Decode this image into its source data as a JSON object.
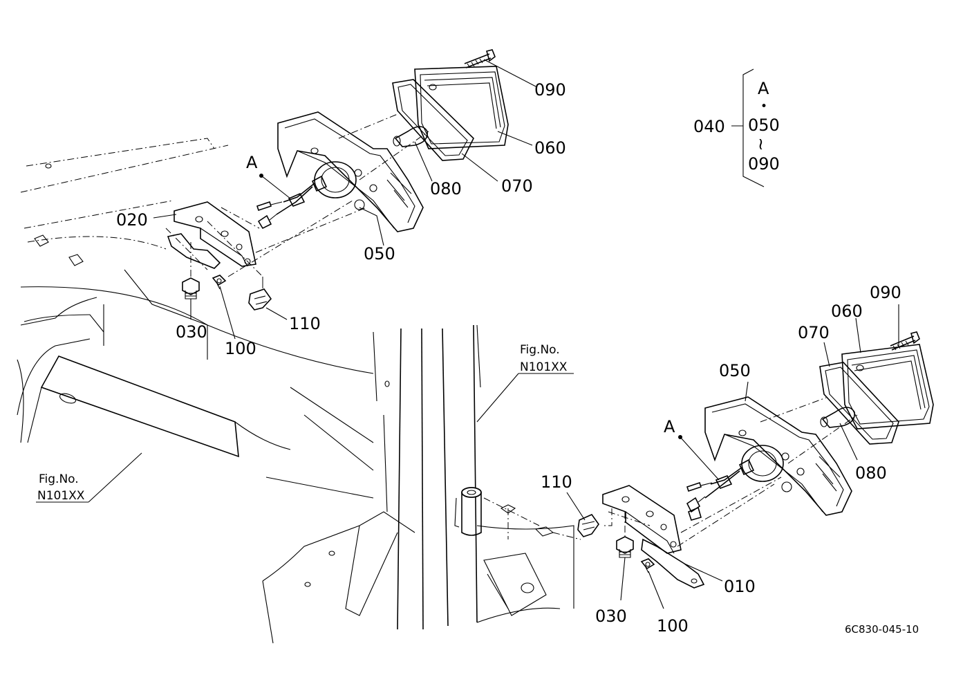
{
  "diagram": {
    "drawing_code": "6C830-045-10",
    "fig_refs": {
      "left": {
        "line1": "Fig.No.",
        "line2": "N101XX"
      },
      "center": {
        "line1": "Fig.No.",
        "line2": "N101XX"
      }
    },
    "legend": {
      "group": "040",
      "start": "A",
      "dot": "•",
      "from": "050",
      "tilde": "≀",
      "to": "090"
    },
    "upper_assembly": {
      "callout_a": "A",
      "parts": {
        "p090": "090",
        "p060": "060",
        "p070": "070",
        "p080": "080",
        "p050": "050",
        "p020": "020",
        "p030": "030",
        "p100": "100",
        "p110": "110"
      }
    },
    "lower_assembly": {
      "callout_a": "A",
      "parts": {
        "p090": "090",
        "p060": "060",
        "p070": "070",
        "p050": "050",
        "p080": "080",
        "p110": "110",
        "p010": "010",
        "p030": "030",
        "p100": "100"
      }
    }
  }
}
